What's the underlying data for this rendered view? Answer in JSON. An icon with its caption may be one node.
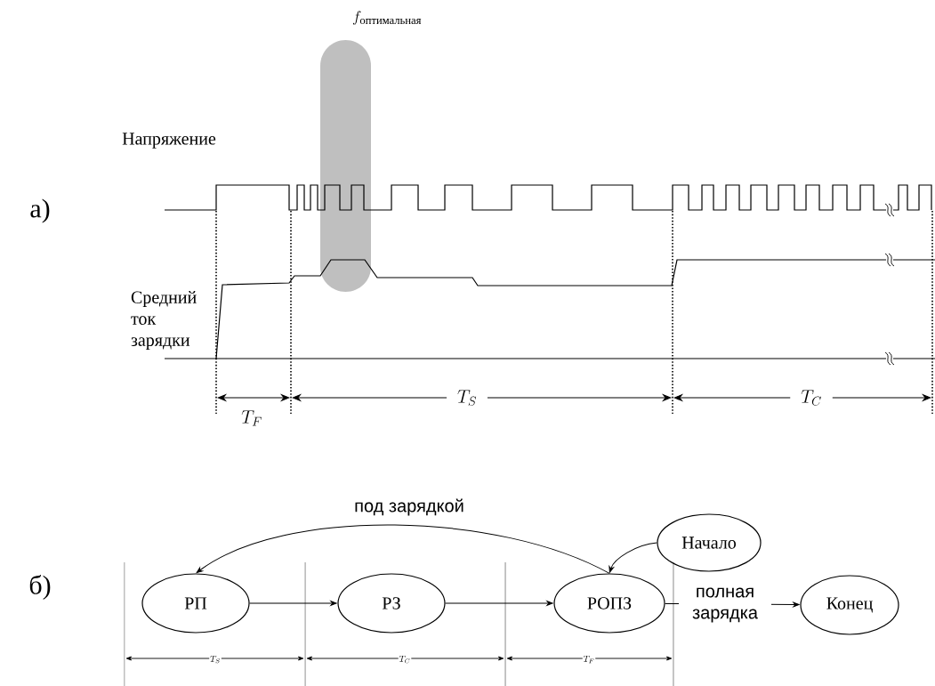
{
  "diagram": {
    "nodes": [
      {
        "text": [
          "РП"
        ]
      },
      {
        "text": [
          "РЗ"
        ]
      },
      {
        "text": [
          "РОПЗ"
        ]
      },
      {
        "text": [
          "Начало"
        ]
      },
      {
        "text": [
          "Конец"
        ]
      }
    ],
    "edges": [
      {
        "from": 0,
        "to": 1,
        "arrow": "to"
      },
      {
        "from": 1,
        "to": 2,
        "arrow": "to"
      },
      {
        "from": 2,
        "to": 0,
        "arrow": "to",
        "label": "под зарядкой"
      },
      {
        "from": 3,
        "to": 2,
        "arrow": "to"
      },
      {
        "from": 2,
        "to": 4,
        "arrow": "to",
        "label": "полная зарядка"
      }
    ],
    "labels": [
      "f_{\\text{оптимальная}}",
      "Напряжение",
      "а)",
      "Средний ток зарядки",
      "T_F",
      "T_S",
      "T_C",
      "б)",
      "T_S",
      "T_C",
      "T_F"
    ]
  }
}
